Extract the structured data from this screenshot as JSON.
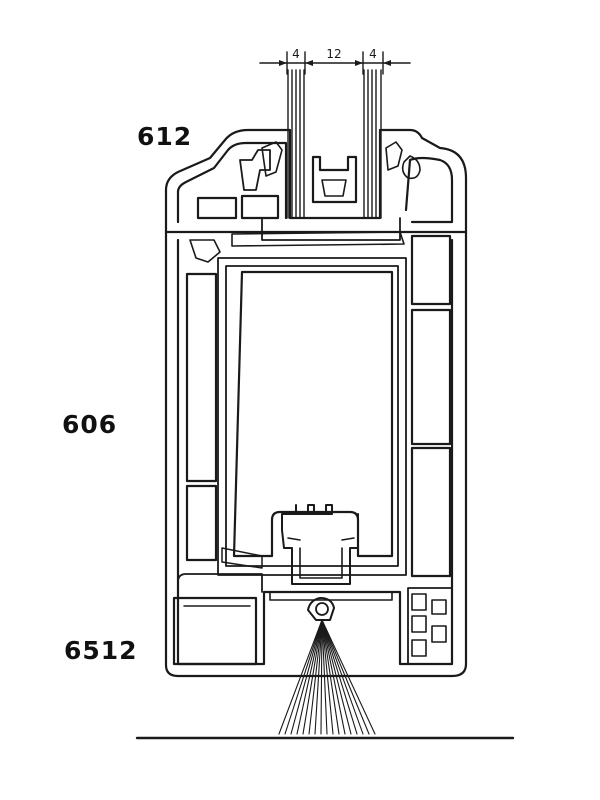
{
  "labels": {
    "sash": "612",
    "frame": "606",
    "sill": "6512"
  },
  "dimensions": {
    "left_pane": "4",
    "gap": "12",
    "right_pane": "4"
  },
  "colors": {
    "line": "#1a1a1a",
    "background": "#ffffff"
  }
}
